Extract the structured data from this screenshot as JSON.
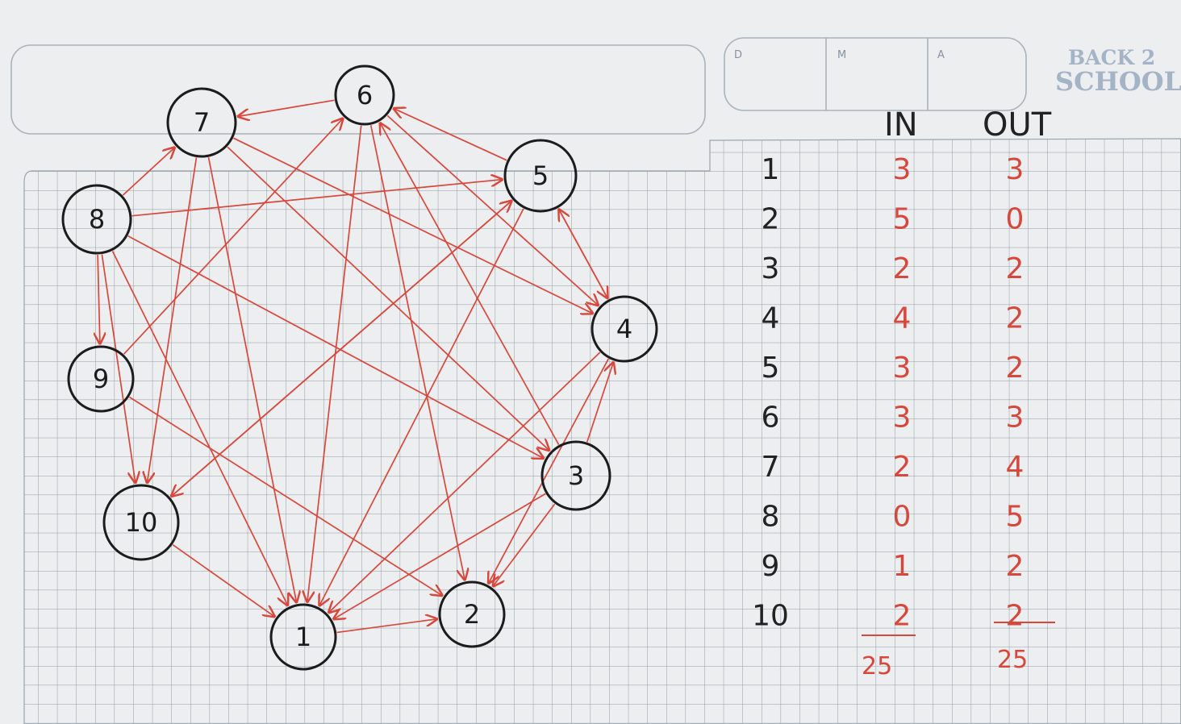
{
  "header": {
    "date_labels": [
      "D",
      "M",
      "A"
    ],
    "brand_line1": "BACK 2",
    "brand_line2": "SCHOOL"
  },
  "graph": {
    "nodes": [
      "1",
      "2",
      "3",
      "4",
      "5",
      "6",
      "7",
      "8",
      "9",
      "10"
    ],
    "edges": [
      [
        "1",
        "2"
      ],
      [
        "3",
        "2"
      ],
      [
        "3",
        "4"
      ],
      [
        "3",
        "6"
      ],
      [
        "5",
        "4"
      ],
      [
        "4",
        "5"
      ],
      [
        "5",
        "6"
      ],
      [
        "6",
        "7"
      ],
      [
        "6",
        "4"
      ],
      [
        "7",
        "1"
      ],
      [
        "7",
        "10"
      ],
      [
        "7",
        "3"
      ],
      [
        "7",
        "4"
      ],
      [
        "8",
        "7"
      ],
      [
        "8",
        "5"
      ],
      [
        "8",
        "9"
      ],
      [
        "8",
        "10"
      ],
      [
        "8",
        "3"
      ],
      [
        "8",
        "1"
      ],
      [
        "9",
        "6"
      ],
      [
        "9",
        "2"
      ],
      [
        "10",
        "1"
      ],
      [
        "10",
        "5"
      ],
      [
        "4",
        "2"
      ],
      [
        "4",
        "1"
      ],
      [
        "5",
        "1"
      ],
      [
        "6",
        "1"
      ],
      [
        "6",
        "2"
      ],
      [
        "5",
        "10"
      ],
      [
        "3",
        "1"
      ]
    ],
    "edge_color": "#d8473c",
    "node_stroke_color": "#1c1c1c"
  },
  "table": {
    "col_in": "IN",
    "col_out": "OUT",
    "rows": [
      {
        "node": "1",
        "in": "3",
        "out": "3"
      },
      {
        "node": "2",
        "in": "5",
        "out": "0"
      },
      {
        "node": "3",
        "in": "2",
        "out": "2"
      },
      {
        "node": "4",
        "in": "4",
        "out": "2"
      },
      {
        "node": "5",
        "in": "3",
        "out": "2"
      },
      {
        "node": "6",
        "in": "3",
        "out": "3"
      },
      {
        "node": "7",
        "in": "2",
        "out": "4"
      },
      {
        "node": "8",
        "in": "0",
        "out": "5"
      },
      {
        "node": "9",
        "in": "1",
        "out": "2"
      },
      {
        "node": "10",
        "in": "2",
        "out": "2"
      }
    ],
    "total_in": "25",
    "total_out": "25"
  }
}
